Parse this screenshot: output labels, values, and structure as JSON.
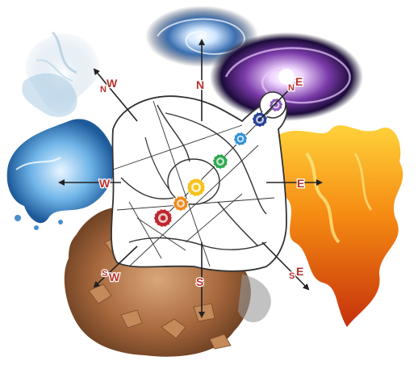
{
  "compass": {
    "north": "N",
    "north_east": [
      "N",
      "E"
    ],
    "east": "E",
    "south_east": [
      "S",
      "E"
    ],
    "south": "S",
    "south_west": [
      "S",
      "W"
    ],
    "west": "W",
    "north_west": [
      "N",
      "W"
    ]
  },
  "elements": [
    "air",
    "space",
    "fire",
    "water",
    "earth"
  ],
  "chakras": [
    {
      "name": "root",
      "color": "#c0272d"
    },
    {
      "name": "sacral",
      "color": "#f08a1c"
    },
    {
      "name": "solar-plexus",
      "color": "#f6c21c"
    },
    {
      "name": "heart",
      "color": "#2fa84f"
    },
    {
      "name": "throat",
      "color": "#2f8fd8"
    },
    {
      "name": "third-eye",
      "color": "#28409a"
    },
    {
      "name": "crown",
      "color": "#8a5bb8"
    }
  ],
  "colors": {
    "direction_label": "#b8322e",
    "arrow": "#222222",
    "figure_outline": "#333333"
  }
}
